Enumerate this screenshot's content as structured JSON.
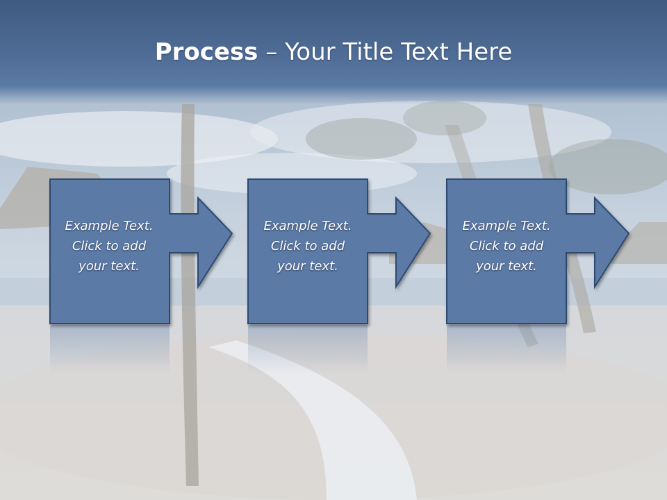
{
  "slide": {
    "title_bold": "Process",
    "title_rest": " – Your Title Text Here"
  },
  "steps": [
    {
      "line1": "Example Text.",
      "line2": "Click  to add",
      "line3": "your text."
    },
    {
      "line1": "Example Text.",
      "line2": "Click  to add",
      "line3": "your text."
    },
    {
      "line1": "Example Text.",
      "line2": "Click  to add",
      "line3": "your text."
    }
  ],
  "colors": {
    "title_bar": "#4f6d97",
    "step_fill": "#5b7aa6",
    "step_border": "#2f4a70",
    "text": "#ffffff"
  },
  "background_image": "tropical-beach-with-palm-trees-photo"
}
